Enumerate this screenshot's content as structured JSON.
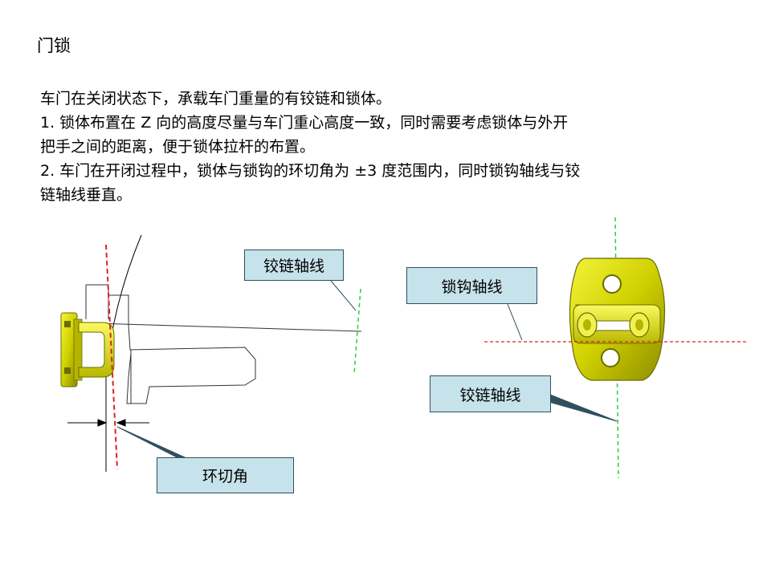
{
  "title": "门锁",
  "paragraphs": [
    "车门在关闭状态下，承载车门重量的有铰链和锁体。",
    "1. 锁体布置在 Z 向的高度尽量与车门重心高度一致，同时需要考虑锁体与外开",
    "把手之间的距离，便于锁体拉杆的布置。",
    "2. 车门在开闭过程中，锁体与锁钩的环切角为 ±3 度范围内，同时锁钩轴线与铰",
    "链轴线垂直。"
  ],
  "callouts": {
    "hinge_axis_left": "铰链轴线",
    "striker_axis": "锁钩轴线",
    "hinge_axis_right": "铰链轴线",
    "tangent_angle": "环切角"
  },
  "colors": {
    "callout_fill": "#c6e2ea",
    "callout_border": "#2f4f5f",
    "axis_red": "#e02020",
    "axis_green": "#33cc33",
    "part_yellow": "#d8d800",
    "part_dark": "#6b6b00"
  }
}
